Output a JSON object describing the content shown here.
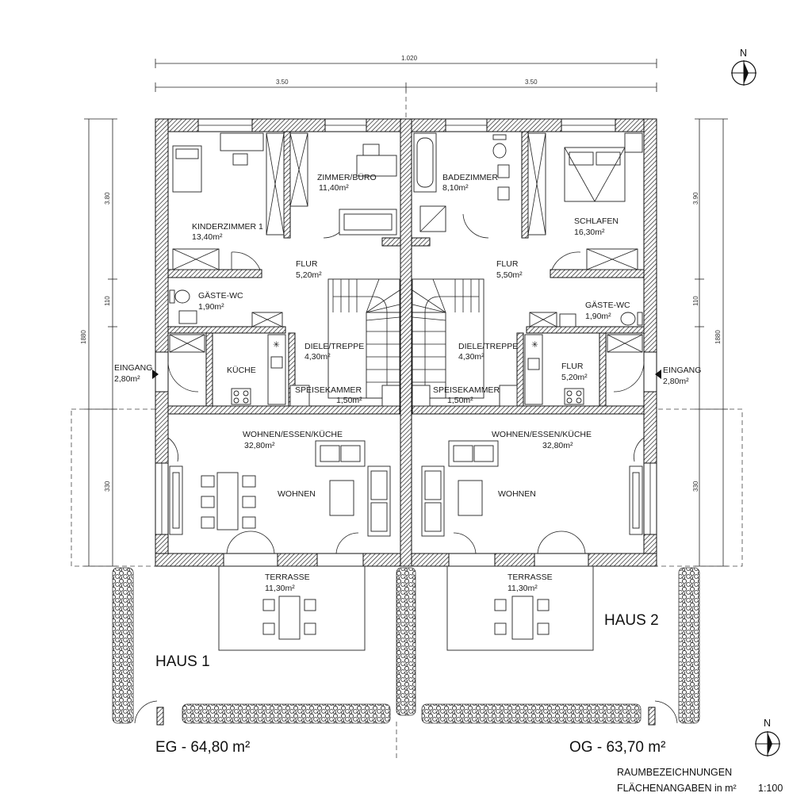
{
  "dimensions": {
    "total_width": "1.020",
    "left_width": "3.50",
    "right_width": "3.50",
    "left_top": "3.80",
    "left_mid": "110",
    "left_total": "1880",
    "left_bottom": "330",
    "right_top": "3.90",
    "right_mid": "110",
    "right_total": "1880",
    "right_bottom": "330"
  },
  "haus1": {
    "label": "HAUS 1",
    "rooms": {
      "kinder_name": "KINDERZIMMER 1",
      "kinder_area": "13,40m²",
      "zimmer_name": "ZIMMER/BÜRO",
      "zimmer_area": "11,40m²",
      "flur_name": "FLUR",
      "flur_area": "5,20m²",
      "wc_name": "GÄSTE-WC",
      "wc_area": "1,90m²",
      "kueche_name": "KÜCHE",
      "diele_name": "DIELE/TREPPE",
      "diele_area": "4,30m²",
      "speise_name": "SPEISEKAMMER",
      "speise_area": "1,50m²",
      "eingang_name": "EINGANG",
      "eingang_area": "2,80m²",
      "wek_name": "WOHNEN/ESSEN/KÜCHE",
      "wek_area": "32,80m²",
      "wohnen_name": "WOHNEN",
      "terrasse_name": "TERRASSE",
      "terrasse_area": "11,30m²"
    }
  },
  "haus2": {
    "label": "HAUS 2",
    "rooms": {
      "bad_name": "BADEZIMMER",
      "bad_area": "8,10m²",
      "schlafen_name": "SCHLAFEN",
      "schlafen_area": "16,30m²",
      "flur_name": "FLUR",
      "flur_area": "5,50m²",
      "wc_name": "GÄSTE-WC",
      "wc_area": "1,90m²",
      "diele_name": "DIELE/TREPPE",
      "diele_area": "4,30m²",
      "flur2_name": "FLUR",
      "flur2_area": "5,20m²",
      "speise_name": "SPEISEKAMMER",
      "speise_area": "1,50m²",
      "eingang_name": "EINGANG",
      "eingang_area": "2,80m²",
      "wek_name": "WOHNEN/ESSEN/KÜCHE",
      "wek_area": "32,80m²",
      "wohnen_name": "WOHNEN",
      "terrasse_name": "TERRASSE",
      "terrasse_area": "11,30m²"
    }
  },
  "summary": {
    "eg": "EG - 64,80 m²",
    "og": "OG - 63,70 m²",
    "legend_line1": "RAUMBEZEICHNUNGEN",
    "legend_line2": "FLÄCHENANGABEN in m²",
    "scale": "1:100"
  },
  "north_label": "N",
  "icons": [
    "north-arrow-icon",
    "door-swing-icon",
    "stair-icon",
    "stove-icon",
    "toilet-icon"
  ]
}
